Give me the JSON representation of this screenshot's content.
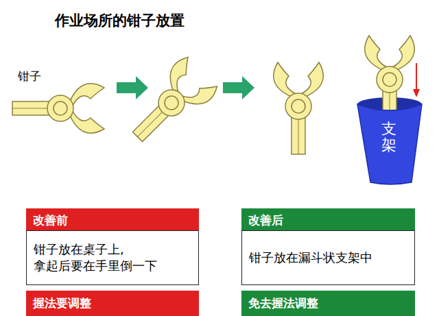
{
  "diagram": {
    "title": "作业场所的钳子放置",
    "nodes": [
      {
        "text": [
          "支架"
        ]
      },
      {
        "text": [
          "改善前"
        ]
      },
      {
        "text": [
          "钳子放在桌子上, 拿起后要在手里倒一下"
        ]
      },
      {
        "text": [
          "握法要调整"
        ]
      },
      {
        "text": [
          "改善后"
        ]
      },
      {
        "text": [
          "钳子放在漏斗状支架中"
        ]
      },
      {
        "text": [
          "免去握法调整"
        ]
      }
    ],
    "labels": [
      "钳子"
    ]
  }
}
